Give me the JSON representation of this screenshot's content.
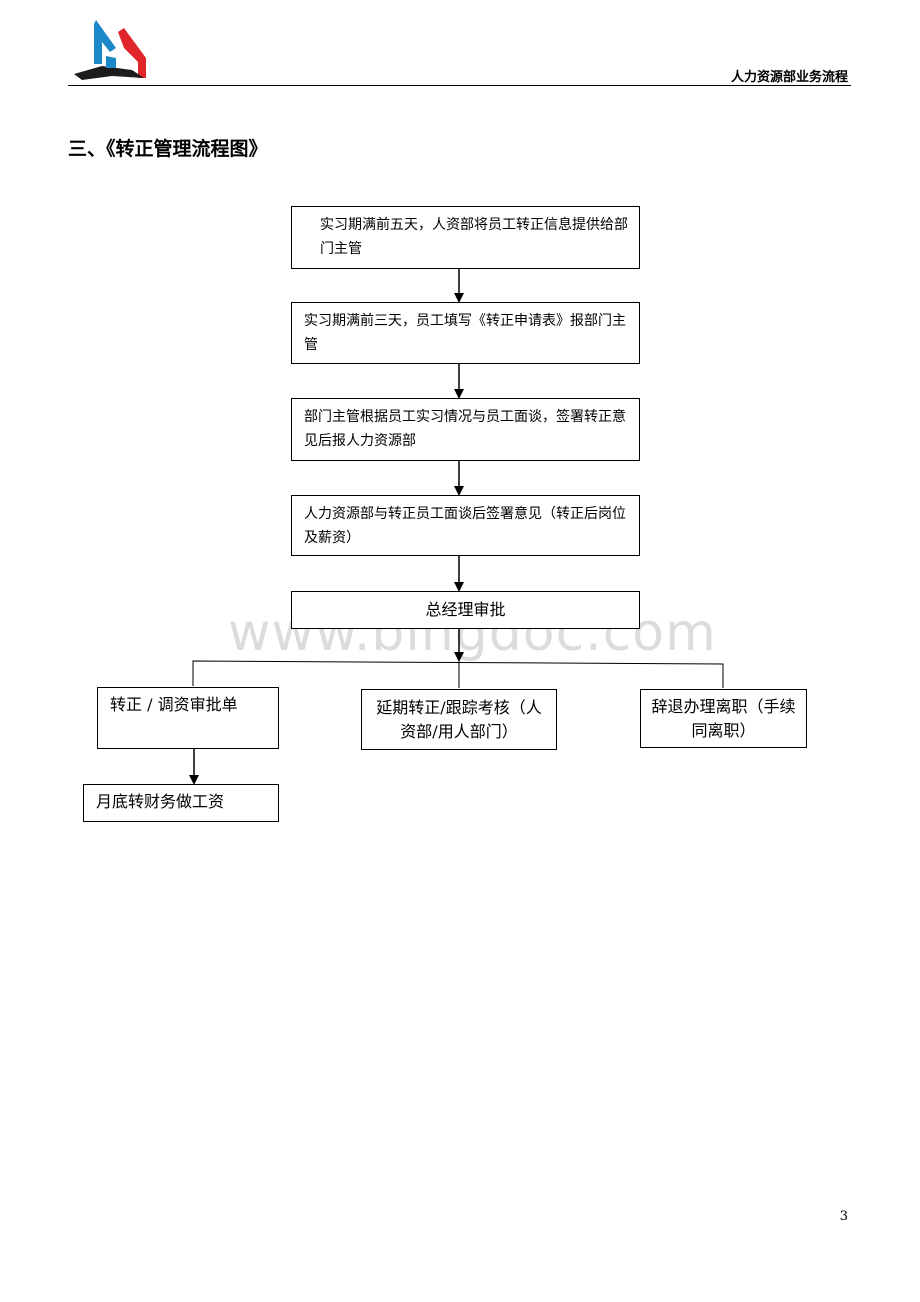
{
  "header": {
    "title": "人力资源部业务流程"
  },
  "section_title": "三、《转正管理流程图》",
  "flow": {
    "step1": "实习期满前五天，人资部将员工转正信息提供给部门主管",
    "step2": "实习期满前三天，员工填写《转正申请表》报部门主管",
    "step3": "部门主管根据员工实习情况与员工面谈，签署转正意见后报人力资源部",
    "step4": "人力资源部与转正员工面谈后签署意见（转正后岗位及薪资）",
    "step5": "总经理审批",
    "branch_left": "转正 / 调资审批单",
    "branch_middle": "延期转正/跟踪考核（人资部/用人部门）",
    "branch_right": "辞退办理离职（手续同离职）",
    "final": "月底转财务做工资"
  },
  "watermark": "www.bingdoc.com",
  "page_number": "3",
  "colors": {
    "logo_blue": "#1a88c9",
    "logo_red": "#e0262b",
    "logo_dark": "#1c1c1c",
    "watermark": "#dcdcdc"
  }
}
